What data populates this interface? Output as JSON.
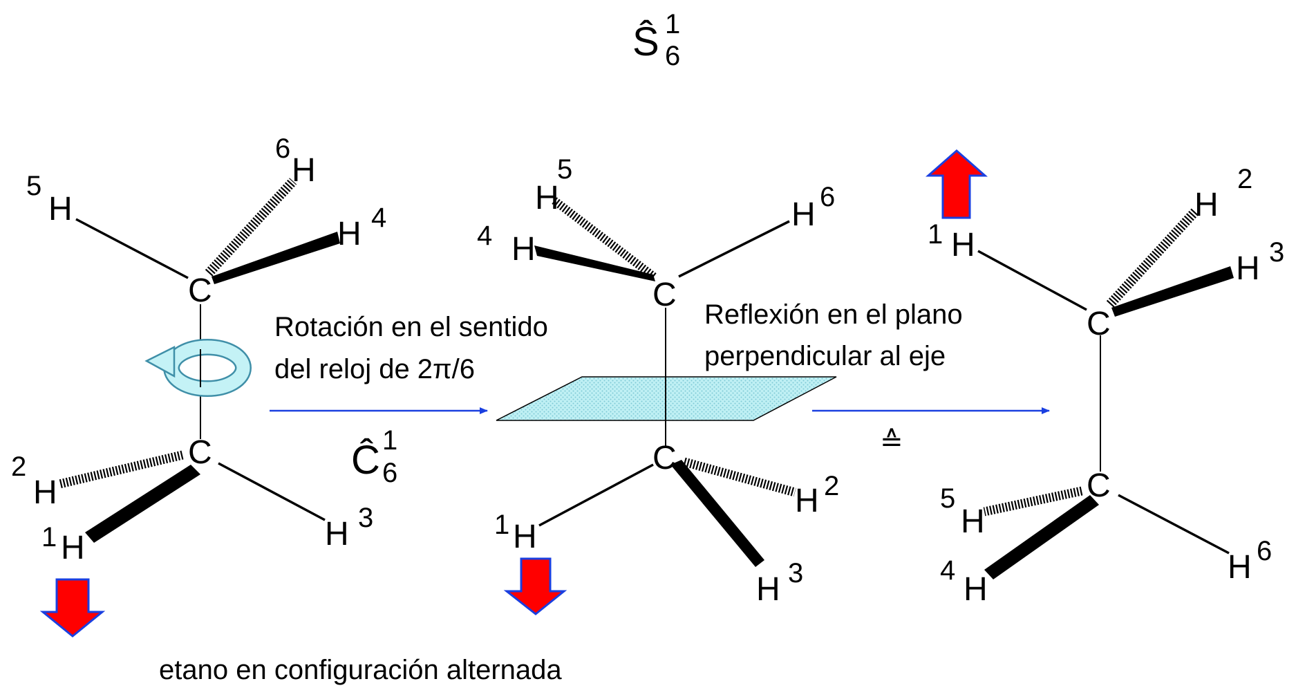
{
  "operation": {
    "symbol": "Ŝ",
    "subscript": "6",
    "superscript": "1"
  },
  "rotation": {
    "caption_line1": "Rotación en el sentido",
    "caption_line2": "del reloj de 2π/6",
    "symbol": "Ĉ",
    "subscript": "6",
    "superscript": "1"
  },
  "reflection": {
    "caption_line1": "Reflexión en el plano",
    "caption_line2": "perpendicular al eje"
  },
  "equivalence_symbol": "≙",
  "footer_caption": "etano en configuración alternada",
  "atoms": {
    "carbon": "C",
    "hydrogen": "H"
  },
  "numbers": {
    "n1": "1",
    "n2": "2",
    "n3": "3",
    "n4": "4",
    "n5": "5",
    "n6": "6"
  },
  "colors": {
    "marker_arrow_fill": "#ff0000",
    "marker_arrow_outline": "#1a3fe0",
    "reaction_arrow": "#1a3fe0",
    "plane_fill": "#bff0f4",
    "rotation_icon_fill": "#c4f2f6",
    "rotation_icon_stroke": "#3f8fa8"
  },
  "icons": {
    "rotation": "clockwise-rotation-icon",
    "marker": "reference-marker-arrow-icon"
  }
}
